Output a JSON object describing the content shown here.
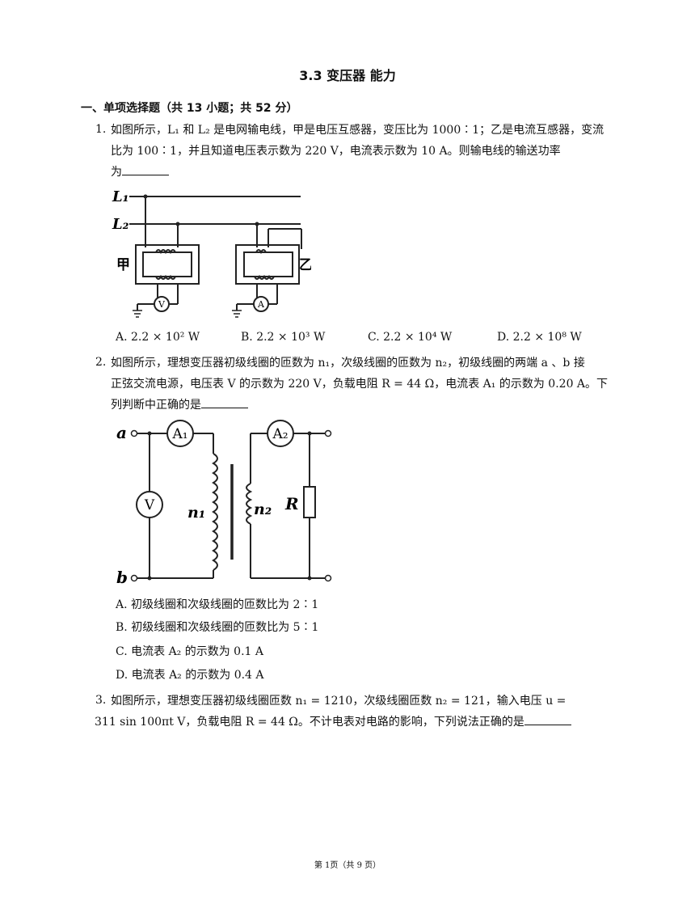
{
  "title": "3.3 变压器 能力",
  "section": "一、单项选择题（共 13 小题；共 52 分）",
  "q1": {
    "num": "1.",
    "lines": [
      "如图所示，L₁ 和 L₂ 是电网输电线，甲是电压互感器，变压比为 1000∶1；乙是电流互感器，变流",
      "比为 100∶1，并且知道电压表示数为 220 V，电流表示数为 10 A。则输电线的输送功率",
      "为"
    ],
    "figure": {
      "L1": "L₁",
      "L2": "L₂",
      "jia": "甲",
      "yi": "乙",
      "V": "V",
      "A": "A"
    },
    "options": [
      "A. 2.2 × 10² W",
      "B. 2.2 × 10³ W",
      "C. 2.2 × 10⁴ W",
      "D. 2.2 × 10⁸ W"
    ]
  },
  "q2": {
    "num": "2.",
    "lines": [
      "如图所示，理想变压器初级线圈的匝数为 n₁，次级线圈的匝数为 n₂，初级线圈的两端 a 、b 接",
      "正弦交流电源，电压表 V 的示数为 220 V，负载电阻 R = 44 Ω，电流表 A₁ 的示数为 0.20 A。下",
      "列判断中正确的是"
    ],
    "figure": {
      "a": "a",
      "b": "b",
      "A1": "A₁",
      "A2": "A₂",
      "V": "V",
      "n1": "n₁",
      "n2": "n₂",
      "R": "R"
    },
    "options": [
      "A. 初级线圈和次级线圈的匝数比为 2∶1",
      "B. 初级线圈和次级线圈的匝数比为 5∶1",
      "C. 电流表 A₂ 的示数为 0.1 A",
      "D. 电流表 A₂ 的示数为 0.4 A"
    ]
  },
  "q3": {
    "num": "3.",
    "lines": [
      "如图所示，理想变压器初级线圈匝数 n₁ = 1210，次级线圈匝数 n₂ = 121，输入电压 u =",
      "311 sin 100πt V，负载电阻 R = 44 Ω。不计电表对电路的影响，下列说法正确的是"
    ]
  },
  "footer": "第 1页（共 9 页）"
}
